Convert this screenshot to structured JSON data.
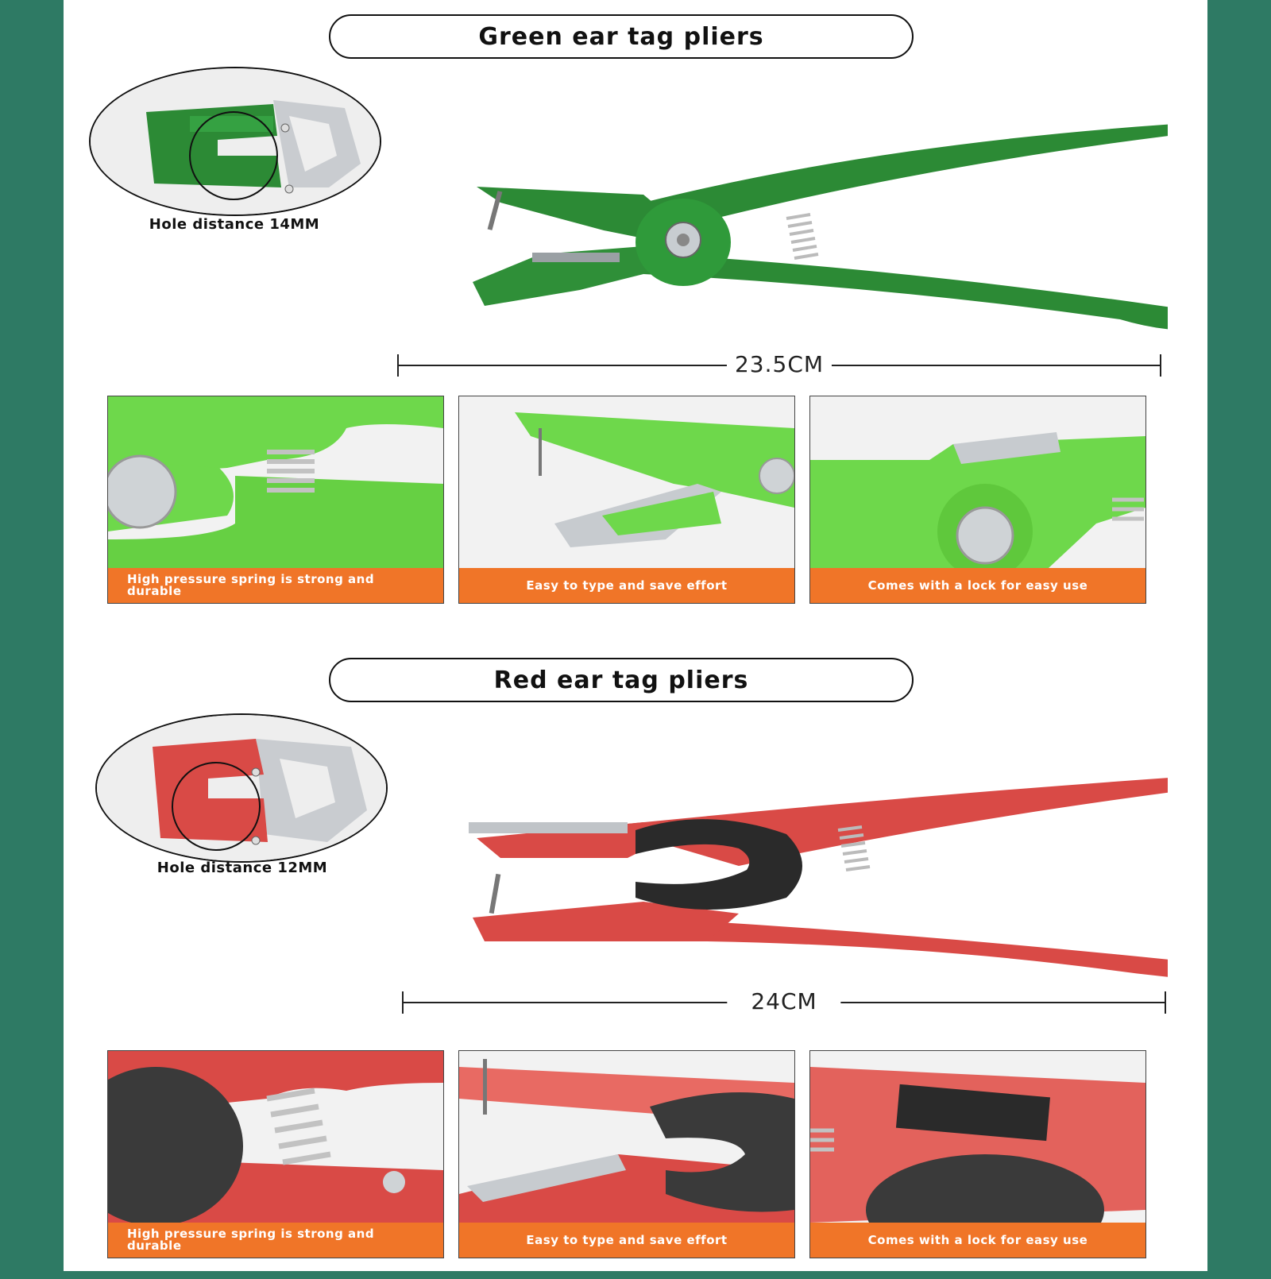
{
  "colors": {
    "background": "#2e7a64",
    "panel": "#ffffff",
    "caption_bar": "#f07528",
    "green_pliers": "#2c8a35",
    "green_detail": "#6ed84b",
    "red_pliers": "#d94a46"
  },
  "green": {
    "title": "Green ear tag pliers",
    "hole_caption": "Hole distance 14MM",
    "length_label": "23.5CM",
    "details": [
      {
        "caption": "High pressure spring is strong and durable"
      },
      {
        "caption": "Easy to type and save effort"
      },
      {
        "caption": "Comes with a lock for easy use"
      }
    ]
  },
  "red": {
    "title": "Red ear tag pliers",
    "hole_caption": "Hole distance 12MM",
    "length_label": "24CM",
    "details": [
      {
        "caption": "High pressure spring is strong and durable"
      },
      {
        "caption": "Easy to type and save effort"
      },
      {
        "caption": "Comes with a lock for easy use"
      }
    ]
  }
}
